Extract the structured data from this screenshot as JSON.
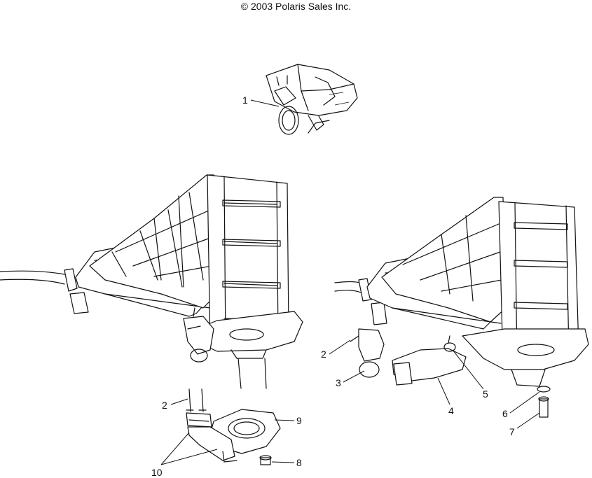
{
  "copyright": "© 2003 Polaris Sales Inc.",
  "callouts": {
    "c1": "1",
    "c2a": "2",
    "c2b": "2",
    "c3": "3",
    "c4": "4",
    "c5": "5",
    "c6": "6",
    "c7": "7",
    "c8": "8",
    "c9": "9",
    "c10": "10"
  }
}
